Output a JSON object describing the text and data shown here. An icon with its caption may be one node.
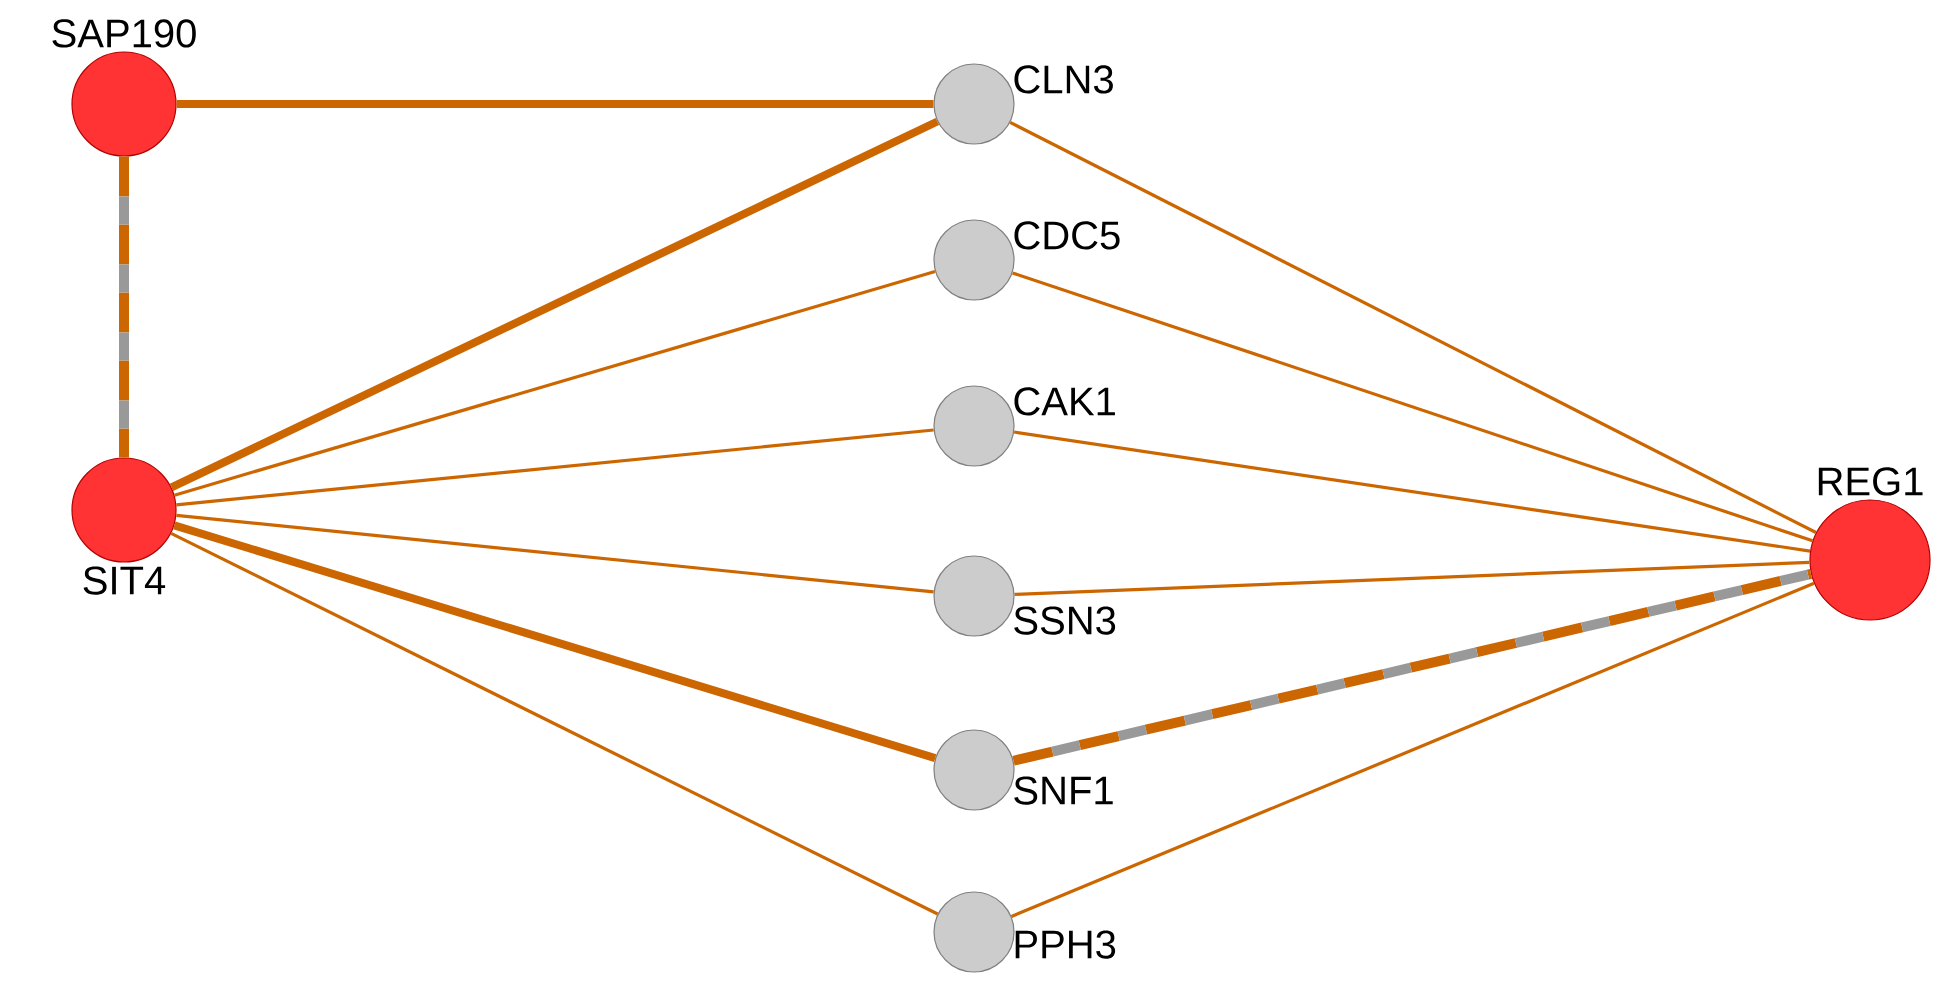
{
  "diagram": {
    "nodes": [
      {
        "text": [
          "SAP190"
        ]
      },
      {
        "text": [
          "SIT4"
        ]
      },
      {
        "text": [
          "CLN3"
        ]
      },
      {
        "text": [
          "CDC5"
        ]
      },
      {
        "text": [
          "CAK1"
        ]
      },
      {
        "text": [
          "SSN3"
        ]
      },
      {
        "text": [
          "SNF1"
        ]
      },
      {
        "text": [
          "PPH3"
        ]
      },
      {
        "text": [
          "REG1"
        ]
      }
    ],
    "edges": [
      {
        "from": 0,
        "to": 2,
        "arrow": "none",
        "style": "thick"
      },
      {
        "from": 0,
        "to": 1,
        "arrow": "none",
        "style": "dashed"
      },
      {
        "from": 1,
        "to": 2,
        "arrow": "none",
        "style": "thick"
      },
      {
        "from": 1,
        "to": 3,
        "arrow": "none"
      },
      {
        "from": 1,
        "to": 4,
        "arrow": "none"
      },
      {
        "from": 1,
        "to": 5,
        "arrow": "none"
      },
      {
        "from": 1,
        "to": 6,
        "arrow": "none",
        "style": "thick"
      },
      {
        "from": 1,
        "to": 7,
        "arrow": "none"
      },
      {
        "from": 2,
        "to": 8,
        "arrow": "none"
      },
      {
        "from": 3,
        "to": 8,
        "arrow": "none"
      },
      {
        "from": 4,
        "to": 8,
        "arrow": "none"
      },
      {
        "from": 5,
        "to": 8,
        "arrow": "none"
      },
      {
        "from": 6,
        "to": 8,
        "arrow": "none",
        "style": "dashed"
      },
      {
        "from": 7,
        "to": 8,
        "arrow": "none"
      }
    ]
  }
}
